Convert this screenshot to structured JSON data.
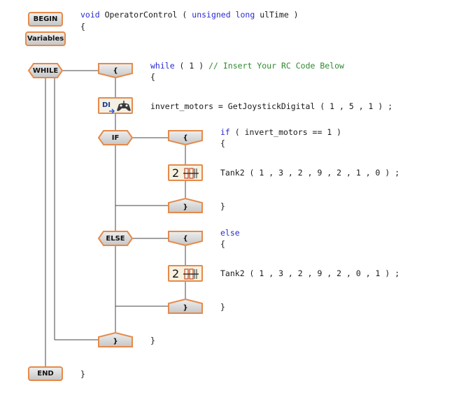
{
  "colors": {
    "block_border": "#e58a4b",
    "block_fill_top": "#eeeeee",
    "block_fill_bottom": "#c6c6c6",
    "keyword": "#2a2ad2",
    "comment": "#2e8b2e",
    "text": "#1a1a1a",
    "connector": "#444444"
  },
  "blocks": {
    "begin": "BEGIN",
    "variables": "Variables",
    "while": "WHILE",
    "while_open": "{",
    "if": "IF",
    "if_open": "{",
    "if_close": "}",
    "else": "ELSE",
    "else_open": "{",
    "else_close": "}",
    "while_close": "}",
    "end": "END"
  },
  "icons": {
    "joystick_label": "DI",
    "joystick_icon": "gamepad-icon",
    "tank_label": "2",
    "tank_icon": "motor-pair-icon"
  },
  "code": {
    "func_kw_void": "void",
    "func_name": " OperatorControl ( ",
    "func_kw_type": "unsigned long",
    "func_param": " ulTime )",
    "func_open": "{",
    "while_kw": "while",
    "while_cond": " ( 1 ) ",
    "while_comment": "// Insert Your RC Code Below",
    "while_open": "{",
    "joystick_stmt": "invert_motors = GetJoystickDigital ( 1 , 5 , 1 ) ;",
    "if_kw": "if",
    "if_cond": " ( invert_motors == 1 )",
    "if_open": "{",
    "tank_stmt_1": "Tank2 ( 1 , 3 , 2 , 9 , 2 , 1 , 0 ) ;",
    "if_close": "}",
    "else_kw": "else",
    "else_open": "{",
    "tank_stmt_2": "Tank2 ( 1 , 3 , 2 , 9 , 2 , 0 , 1 ) ;",
    "else_close": "}",
    "while_close": "}",
    "func_close": "}"
  }
}
